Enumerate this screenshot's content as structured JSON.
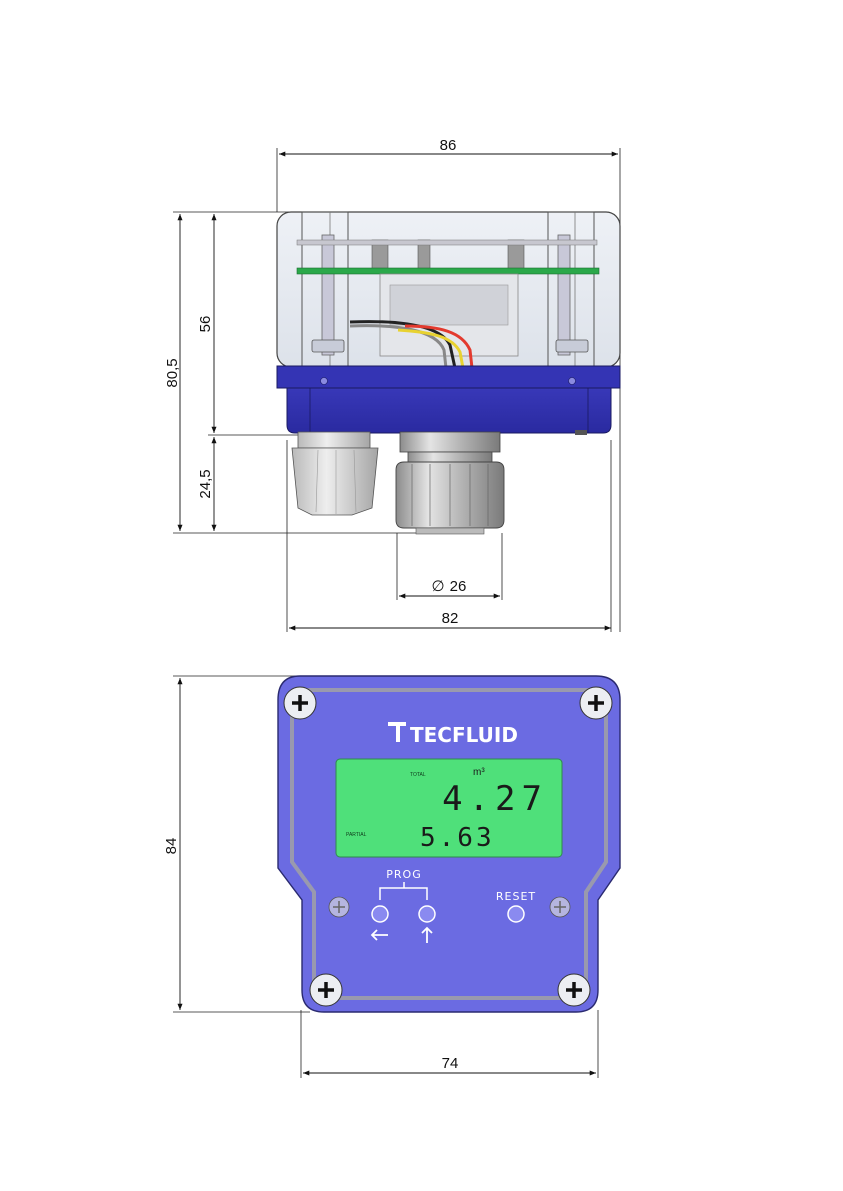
{
  "dimensions": {
    "top_width": "86",
    "total_height": "80,5",
    "body_height": "56",
    "gland_height": "24,5",
    "connector_diameter": "26",
    "connector_diameter_symbol": "∅",
    "base_width": "82",
    "front_height": "84",
    "front_width": "74"
  },
  "display": {
    "brand": "TECFLUID",
    "total_label": "TOTAL",
    "unit": "m³",
    "total_value": "4.27",
    "partial_label": "PARTIAL",
    "partial_value": "5.63"
  },
  "buttons": {
    "prog_label": "PROG",
    "reset_label": "RESET",
    "left_arrow": "←",
    "up_arrow": "↑"
  },
  "colors": {
    "housing_blue": "#3f3fbe",
    "front_blue": "#6a6ae0",
    "lcd_green": "#4fe07a",
    "pcb_green": "#2aa84a"
  }
}
